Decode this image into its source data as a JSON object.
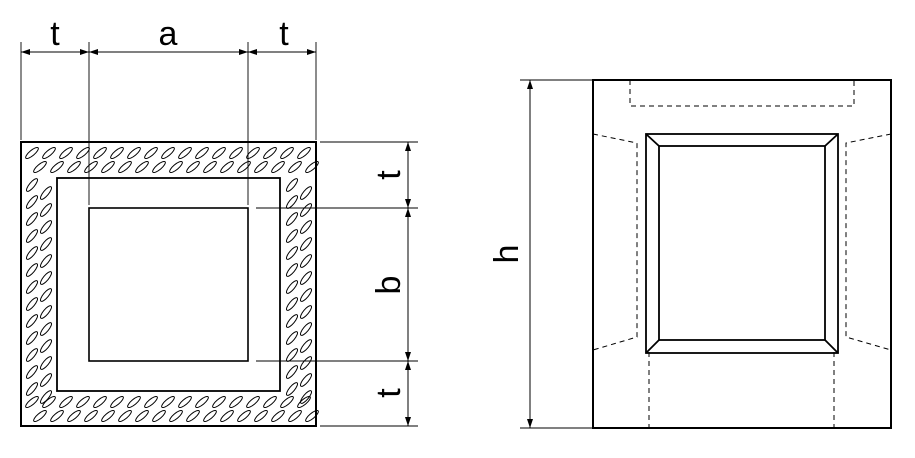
{
  "left_view": {
    "dimension_labels": {
      "top_left_t": "t",
      "top_a": "a",
      "top_right_t": "t",
      "right_top_t": "t",
      "right_b": "b",
      "right_bottom_t": "t"
    }
  },
  "right_view": {
    "dimension_labels": {
      "height": "h"
    }
  },
  "colors": {
    "line": "#000000",
    "background": "#ffffff"
  }
}
